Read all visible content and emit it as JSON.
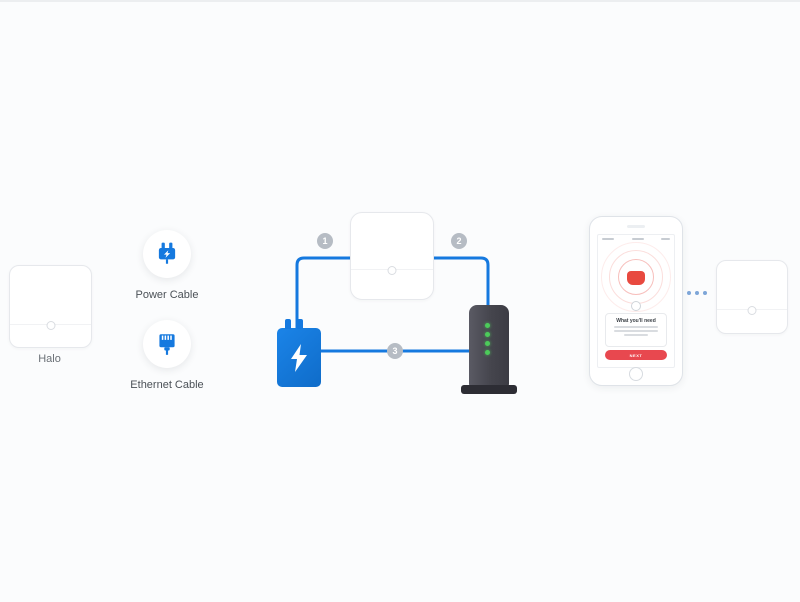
{
  "labels": {
    "halo": "Halo",
    "power_cable": "Power Cable",
    "ethernet_cable": "Ethernet Cable"
  },
  "steps": [
    {
      "label": "1"
    },
    {
      "label": "2"
    },
    {
      "label": "3"
    }
  ],
  "phone": {
    "card_title": "What you'll need",
    "button_label": "NEXT"
  },
  "colors": {
    "accent_blue": "#1579df",
    "step_gray": "#b6bcc4",
    "app_red": "#e8484f",
    "led_green": "#4ccb5a",
    "modem_dark": "#45454d",
    "background": "#fbfcfd"
  }
}
